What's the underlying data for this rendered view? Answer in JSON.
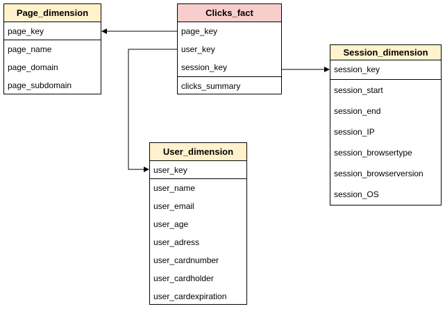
{
  "colors": {
    "header_dimension": "#fff2cc",
    "header_fact": "#f8cecc",
    "border": "#000000",
    "edge": "#000000"
  },
  "tables": {
    "page_dimension": {
      "title": "Page_dimension",
      "key": "page_key",
      "attributes": [
        "page_name",
        "page_domain",
        "page_subdomain"
      ]
    },
    "clicks_fact": {
      "title": "Clicks_fact",
      "keys": [
        "page_key",
        "user_key",
        "session_key"
      ],
      "attributes": [
        "clicks_summary"
      ]
    },
    "session_dimension": {
      "title": "Session_dimension",
      "key": "session_key",
      "attributes": [
        "session_start",
        "session_end",
        "session_IP",
        "session_browsertype",
        "session_browserversion",
        "session_OS"
      ]
    },
    "user_dimension": {
      "title": "User_dimension",
      "key": "user_key",
      "attributes": [
        "user_name",
        "user_email",
        "user_age",
        "user_adress",
        "user_cardnumber",
        "user_cardholder",
        "user_cardexpiration"
      ]
    }
  },
  "relationships": [
    {
      "from": "clicks_fact.page_key",
      "to": "page_dimension.page_key"
    },
    {
      "from": "clicks_fact.user_key",
      "to": "user_dimension.user_key"
    },
    {
      "from": "clicks_fact.session_key",
      "to": "session_dimension.session_key"
    }
  ]
}
